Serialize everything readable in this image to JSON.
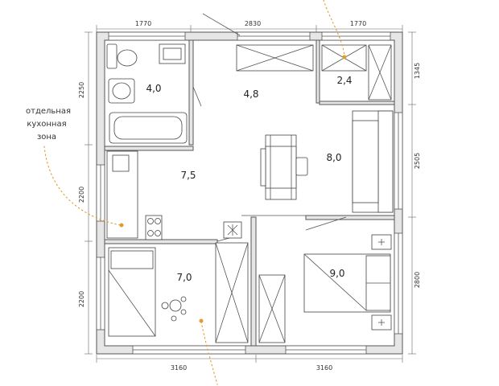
{
  "dimensions": {
    "top": [
      "1770",
      "2830",
      "1770"
    ],
    "bottom": [
      "3160",
      "3160"
    ],
    "left": [
      "2250",
      "2200",
      "2200"
    ],
    "right": [
      "1345",
      "2505",
      "2800"
    ]
  },
  "rooms": {
    "bathroom": "4,0",
    "hall": "4,8",
    "closet": "2,4",
    "kitchen": "7,5",
    "living": "8,0",
    "bedroom_left": "7,0",
    "bedroom_right": "9,0"
  },
  "annotation": {
    "line1": "отдельная",
    "line2": "кухонная",
    "line3": "зона"
  },
  "colors": {
    "leader": "#e39b2d",
    "wall": "#e6e6e6"
  }
}
